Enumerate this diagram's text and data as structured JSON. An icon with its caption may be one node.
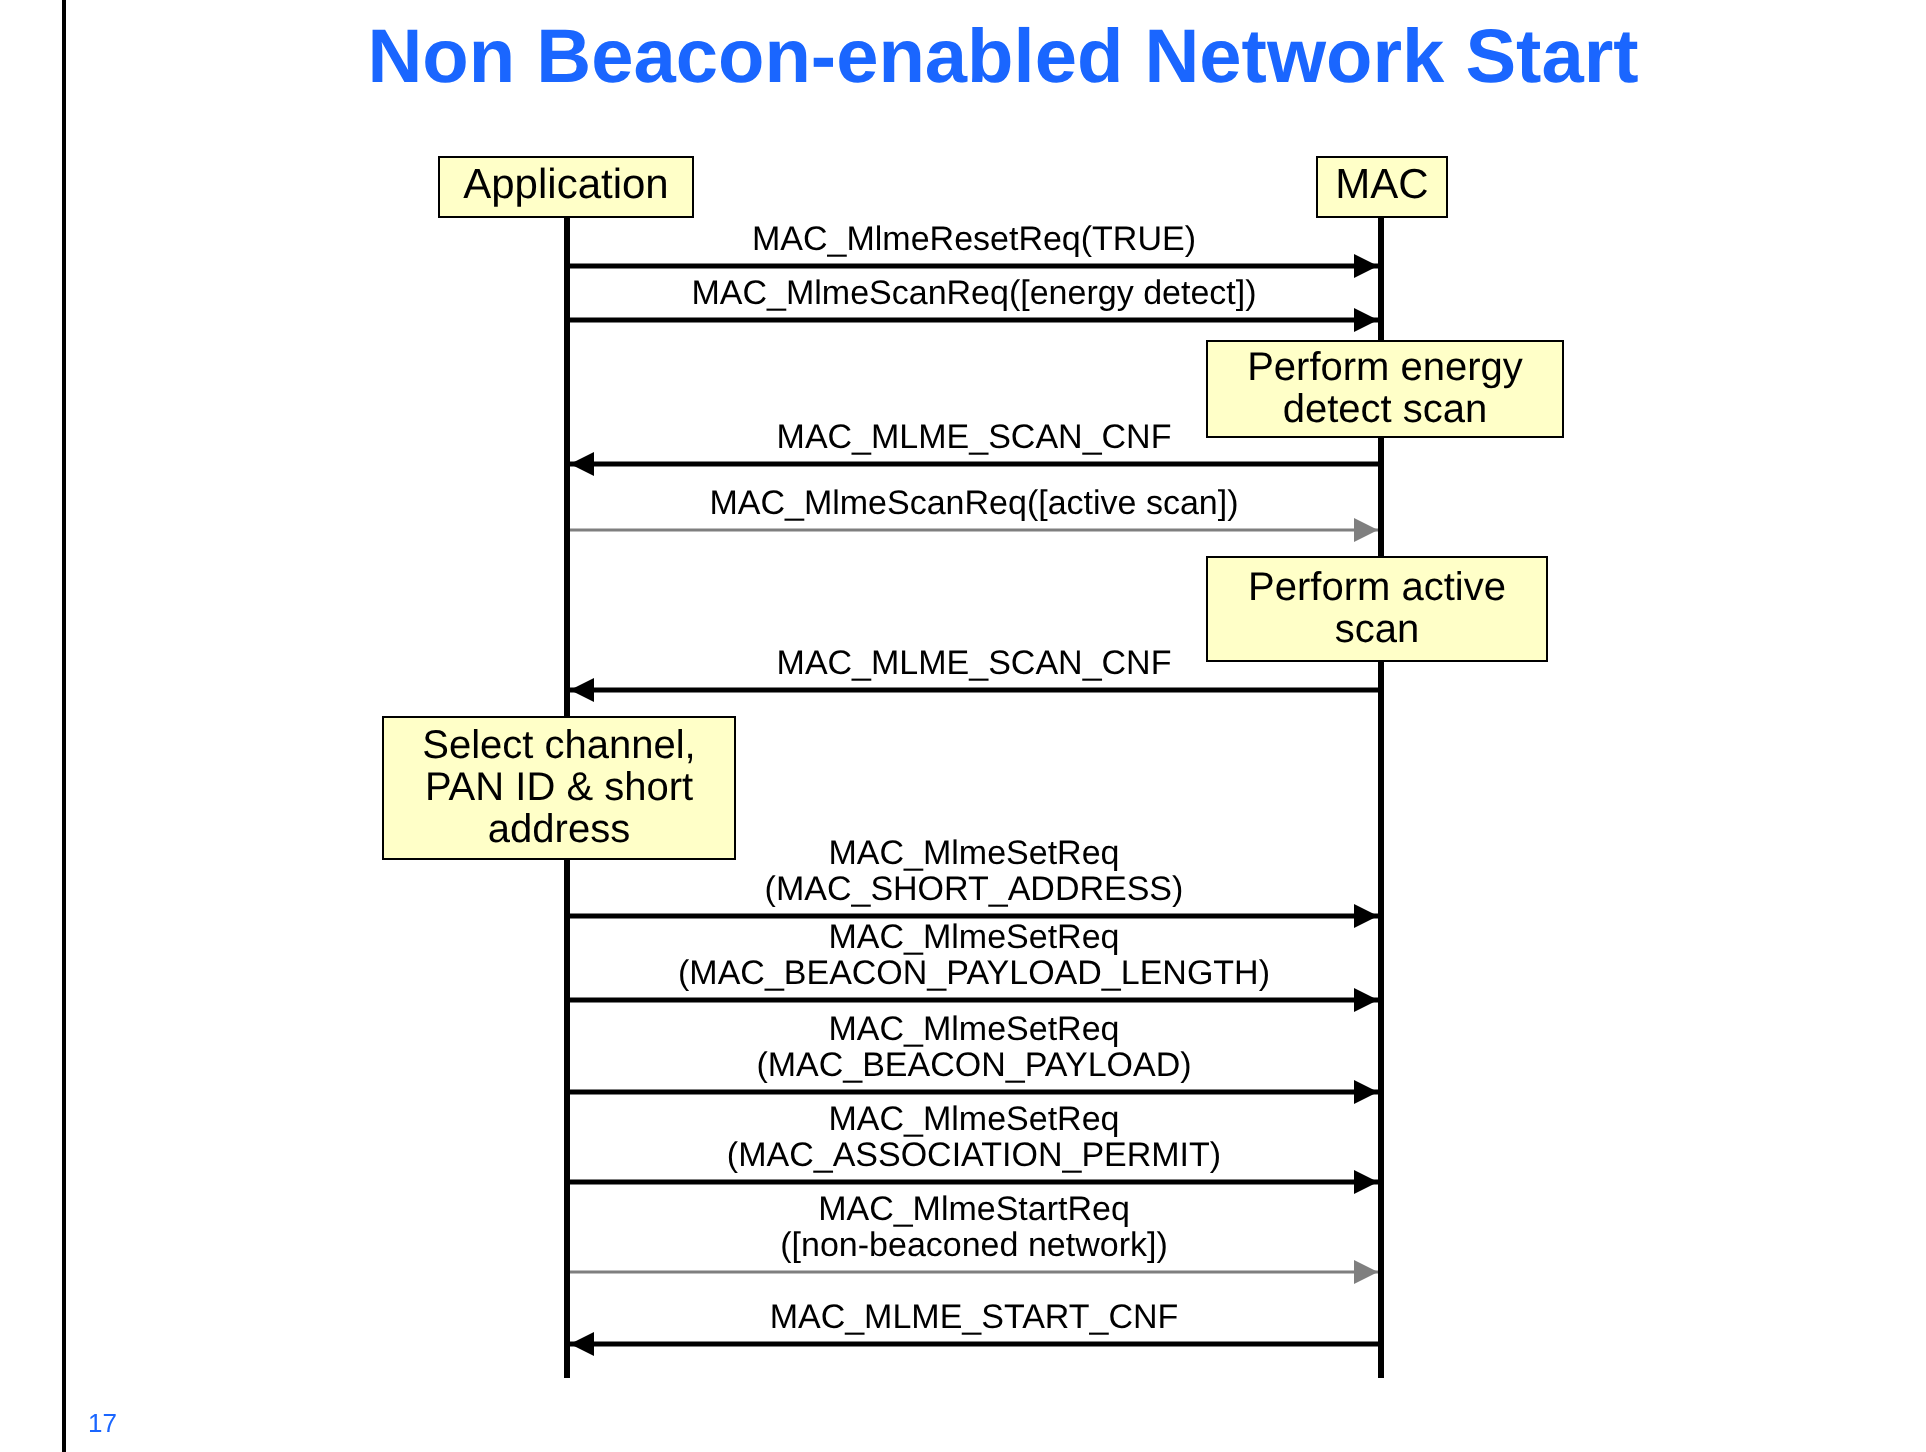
{
  "diagram": {
    "title": "Non Beacon-enabled Network Start",
    "nodes": [
      {
        "text": [
          "Application"
        ]
      },
      {
        "text": [
          "MAC"
        ]
      },
      {
        "text": [],
        "shape": "bar"
      },
      {
        "text": [],
        "shape": "bar"
      },
      {
        "text": [
          "Perform energy detect scan"
        ]
      },
      {
        "text": [
          "Perform active scan"
        ]
      },
      {
        "text": [
          "Select channel, PAN ID & short address"
        ]
      }
    ],
    "edges": [
      {
        "from": 2,
        "to": 3,
        "arrow": "to",
        "label": "MAC_MlmeResetReq(TRUE)"
      },
      {
        "from": 2,
        "to": 3,
        "arrow": "to",
        "label": "MAC_MlmeScanReq([energy detect])"
      },
      {
        "from": 3,
        "to": 2,
        "arrow": "to",
        "label": "MAC_MLME_SCAN_CNF"
      },
      {
        "from": 2,
        "to": 3,
        "arrow": "to",
        "label": "MAC_MlmeScanReq([active scan])",
        "color": "#7f7f7f"
      },
      {
        "from": 3,
        "to": 2,
        "arrow": "to",
        "label": "MAC_MLME_SCAN_CNF"
      },
      {
        "from": 2,
        "to": 3,
        "arrow": "to",
        "label": "MAC_MlmeSetReq (MAC_SHORT_ADDRESS)"
      },
      {
        "from": 2,
        "to": 3,
        "arrow": "to",
        "label": "MAC_MlmeSetReq (MAC_BEACON_PAYLOAD_LENGTH)"
      },
      {
        "from": 2,
        "to": 3,
        "arrow": "to",
        "label": "MAC_MlmeSetReq (MAC_BEACON_PAYLOAD)"
      },
      {
        "from": 2,
        "to": 3,
        "arrow": "to",
        "label": "MAC_MlmeSetReq (MAC_ASSOCIATION_PERMIT)"
      },
      {
        "from": 2,
        "to": 3,
        "arrow": "to",
        "label": "MAC_MlmeStartReq ([non-beaconed network])",
        "color": "#7f7f7f"
      },
      {
        "from": 3,
        "to": 2,
        "arrow": "to",
        "label": "MAC_MLME_START_CNF"
      }
    ],
    "labels": [
      "17"
    ]
  }
}
